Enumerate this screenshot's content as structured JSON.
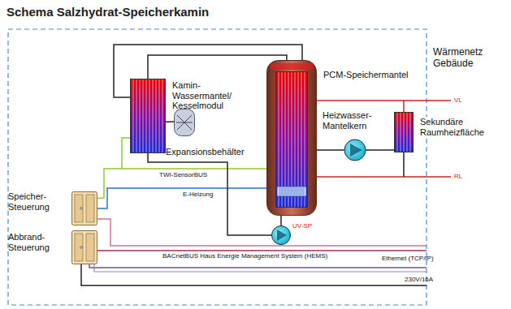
{
  "diagram": {
    "title": "Schema Salzhydrat-Speicherkamin",
    "nodes": [
      {
        "text": [
          "Kamin- Wassermantel/ Kesselmodul"
        ]
      },
      {
        "text": [
          "Expansionsbehälter"
        ]
      },
      {
        "text": [
          "PCM-Speichermantel"
        ]
      },
      {
        "text": [
          "Heizwasser- Mantelkern"
        ],
        "in": 2
      },
      {
        "text": [
          "Sekundäre Raumheizfläche"
        ]
      },
      {
        "text": [
          "Speicher- Steuerung"
        ]
      },
      {
        "text": [
          "UV-SP"
        ]
      },
      {
        "text": [
          "Abbrand- Steuerung"
        ]
      }
    ],
    "edges": [
      {
        "from": 0,
        "to": 2,
        "arrow": "none"
      },
      {
        "from": 2,
        "to": 4,
        "arrow": "none"
      },
      {
        "from": 5,
        "to": 2,
        "arrow": "none",
        "label": "TWI-SensorBUS"
      },
      {
        "from": 5,
        "to": 2,
        "arrow": "none",
        "label": "E-Heizung"
      },
      {
        "from": 0,
        "to": 6,
        "arrow": "none"
      },
      {
        "from": 6,
        "to": 2,
        "arrow": "none"
      },
      {
        "from": 0,
        "to": 1,
        "arrow": "none"
      },
      {
        "from": 0,
        "to": 2,
        "arrow": "none"
      }
    ],
    "labels": [
      "Wärmenetz Gebäude",
      "VL",
      "RL",
      "BACnetBUS Haus Energie Management System (HEMS)",
      "Ethernet (TCP/IP)",
      "230V/16A"
    ]
  }
}
